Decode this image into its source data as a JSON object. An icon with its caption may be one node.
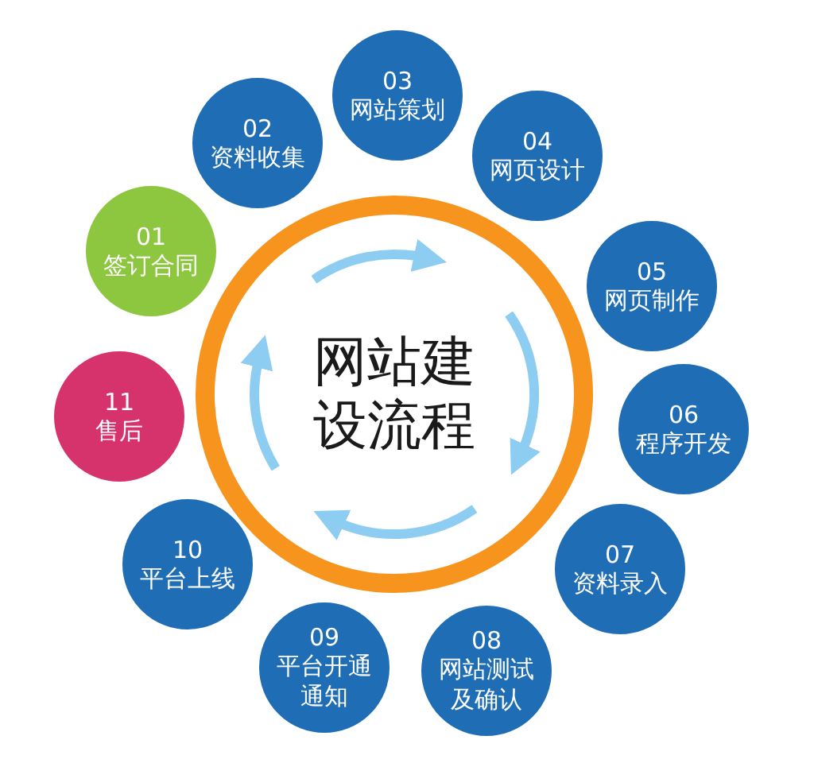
{
  "diagram": {
    "nodes": [
      {
        "text": [
          "网站建设流程"
        ]
      },
      {
        "text": [
          "01",
          "签订合同"
        ]
      },
      {
        "text": [
          "02",
          "资料收集"
        ]
      },
      {
        "text": [
          "03",
          "网站策划"
        ]
      },
      {
        "text": [
          "04",
          "网页设计"
        ]
      },
      {
        "text": [
          "05",
          "网页制作"
        ]
      },
      {
        "text": [
          "06",
          "程序开发"
        ]
      },
      {
        "text": [
          "07",
          "资料录入"
        ]
      },
      {
        "text": [
          "08",
          "网站测试及确认"
        ]
      },
      {
        "text": [
          "09",
          "平台开通通知"
        ]
      },
      {
        "text": [
          "10",
          "平台上线"
        ]
      },
      {
        "text": [
          "11",
          "售后"
        ]
      }
    ],
    "edges": []
  }
}
